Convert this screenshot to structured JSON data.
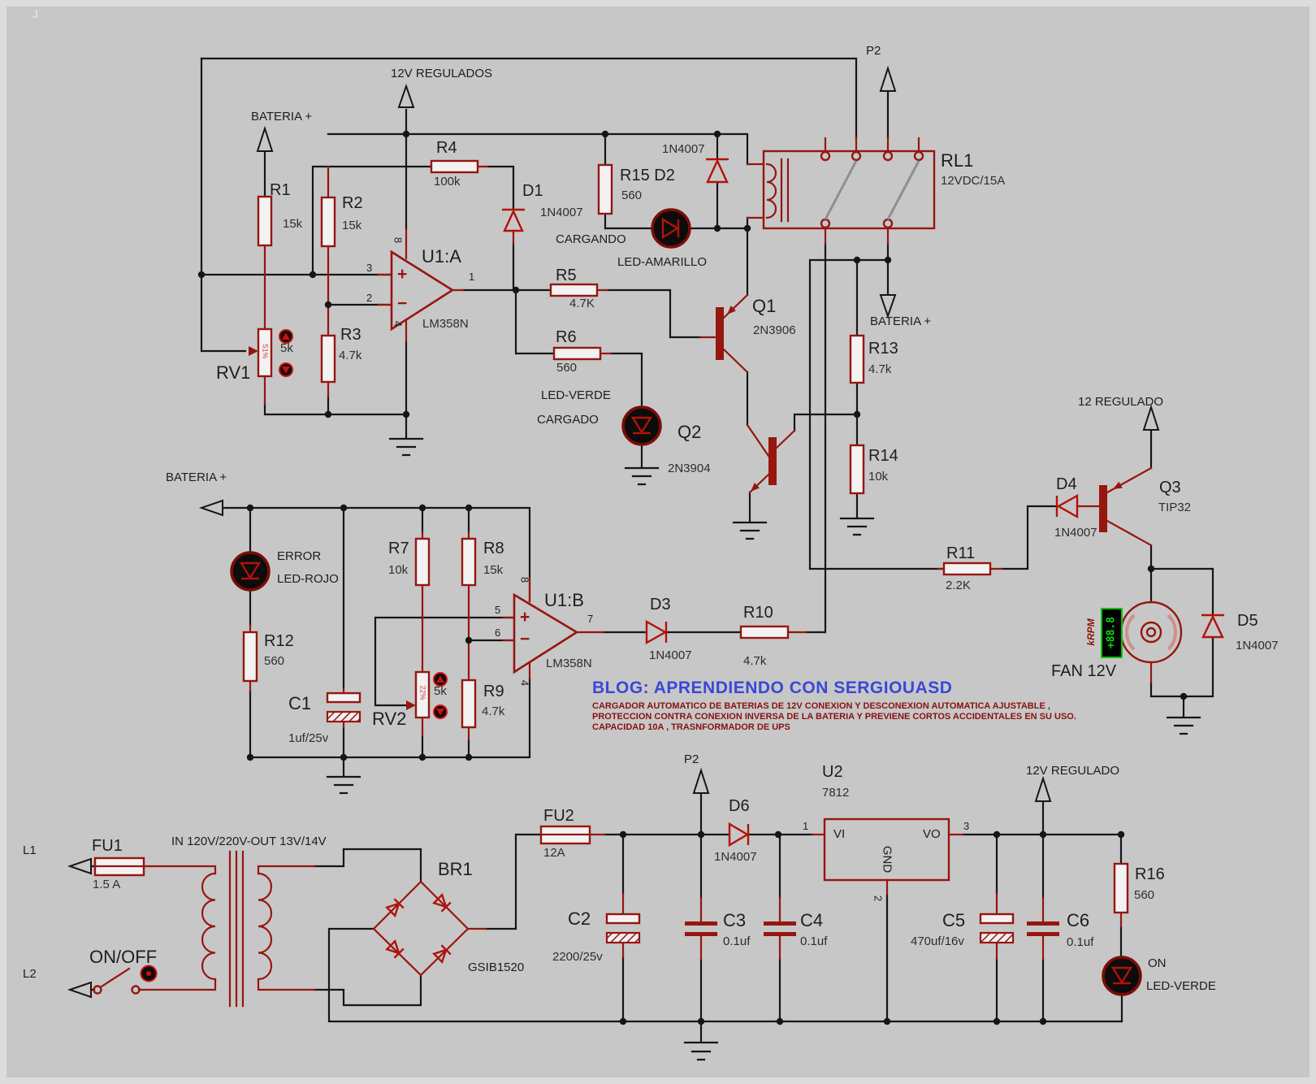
{
  "s": {
    "artifact": "J",
    "nets": {
      "v12_regulados": "12V REGULADOS",
      "bateria_top": "BATERIA +",
      "bateria_relay": "BATERIA +",
      "bateria_mid": "BATERIA +",
      "p2_top": "P2",
      "p2_bottom": "P2",
      "v12_regulado": "12 REGULADO",
      "v12v_regulado": "12V REGULADO"
    },
    "resistors": {
      "r1": {
        "ref": "R1",
        "value": "15k"
      },
      "r2": {
        "ref": "R2",
        "value": "15k"
      },
      "r3": {
        "ref": "R3",
        "value": "4.7k"
      },
      "r4": {
        "ref": "R4",
        "value": "100k"
      },
      "r5": {
        "ref": "R5",
        "value": "4.7K"
      },
      "r6": {
        "ref": "R6",
        "value": "560"
      },
      "r7": {
        "ref": "R7",
        "value": "10k"
      },
      "r8": {
        "ref": "R8",
        "value": "15k"
      },
      "r9": {
        "ref": "R9",
        "value": "4.7k"
      },
      "r10": {
        "ref": "R10",
        "value": "4.7k"
      },
      "r11": {
        "ref": "R11",
        "value": "2.2K"
      },
      "r12": {
        "ref": "R12",
        "value": "560"
      },
      "r13": {
        "ref": "R13",
        "value": "4.7k"
      },
      "r14": {
        "ref": "R14",
        "value": "10k"
      },
      "r15": {
        "ref": "R15 D2",
        "value": "560"
      },
      "r16": {
        "ref": "R16",
        "value": "560"
      },
      "rv1": {
        "ref": "RV1",
        "value": "5k",
        "percent": "51%"
      },
      "rv2": {
        "ref": "RV2",
        "value": "5k",
        "percent": "22%"
      }
    },
    "capacitors": {
      "c1": {
        "ref": "C1",
        "value": "1uf/25v"
      },
      "c2": {
        "ref": "C2",
        "value": "2200/25v"
      },
      "c3": {
        "ref": "C3",
        "value": "0.1uf"
      },
      "c4": {
        "ref": "C4",
        "value": "0.1uf"
      },
      "c5": {
        "ref": "C5",
        "value": "470uf/16v"
      },
      "c6": {
        "ref": "C6",
        "value": "0.1uf"
      }
    },
    "diodes": {
      "d1": {
        "ref": "D1",
        "value": "1N4007"
      },
      "d2": {
        "value": "1N4007"
      },
      "d3": {
        "ref": "D3",
        "value": "1N4007"
      },
      "d4": {
        "ref": "D4",
        "value": "1N4007"
      },
      "d5": {
        "ref": "D5",
        "value": "1N4007"
      },
      "d6": {
        "ref": "D6",
        "value": "1N4007"
      }
    },
    "transistors": {
      "q1": {
        "ref": "Q1",
        "value": "2N3906"
      },
      "q2": {
        "ref": "Q2",
        "value": "2N3904"
      },
      "q3": {
        "ref": "Q3",
        "value": "TIP32"
      }
    },
    "opamps": {
      "u1a": {
        "ref": "U1:A",
        "value": "LM358N",
        "plus": "+",
        "minus": "−",
        "p8": "8",
        "p3": "3",
        "p2": "2",
        "p1": "1",
        "p4": "4"
      },
      "u1b": {
        "ref": "U1:B",
        "value": "LM358N",
        "plus": "+",
        "minus": "−",
        "p8": "8",
        "p5": "5",
        "p6": "6",
        "p7": "7",
        "p4": "4"
      }
    },
    "relay": {
      "ref": "RL1",
      "value": "12VDC/15A"
    },
    "regulator": {
      "ref": "U2",
      "value": "7812",
      "vi": "VI",
      "vo": "VO",
      "gnd": "GND",
      "pin1": "1",
      "pin2": "2",
      "pin3": "3"
    },
    "bridge": {
      "ref": "BR1",
      "value": "GSIB1520"
    },
    "fuses": {
      "fu1": {
        "ref": "FU1",
        "value": "1.5 A"
      },
      "fu2": {
        "ref": "FU2",
        "value": "12A"
      }
    },
    "transformer": {
      "label": "IN 120V/220V-OUT 13V/14V"
    },
    "leds": {
      "amarillo": {
        "line1": "CARGANDO",
        "line2": "LED-AMARILLO"
      },
      "verde_cargado": {
        "line1": "LED-VERDE",
        "line2": "CARGADO"
      },
      "rojo": {
        "line1": "ERROR",
        "line2": "LED-ROJO"
      },
      "verde_on": {
        "line1": "ON",
        "line2": "LED-VERDE"
      }
    },
    "fan": {
      "label": "FAN 12V",
      "gauge_value": "+88.8",
      "gauge_unit": "kRPM"
    },
    "switch": {
      "label": "ON/OFF"
    },
    "terminals": {
      "l1": "L1",
      "l2": "L2"
    },
    "blog": {
      "title": "BLOG: APRENDIENDO CON SERGIOUASD",
      "line1": "CARGADOR AUTOMATICO DE BATERIAS DE 12V CONEXION Y DESCONEXION AUTOMATICA AJUSTABLE ,",
      "line2": "PROTECCION CONTRA CONEXION INVERSA DE LA BATERIA Y PREVIENE CORTOS ACCIDENTALES EN SU USO.",
      "line3": "CAPACIDAD 10A , TRASNFORMADOR DE UPS"
    }
  }
}
